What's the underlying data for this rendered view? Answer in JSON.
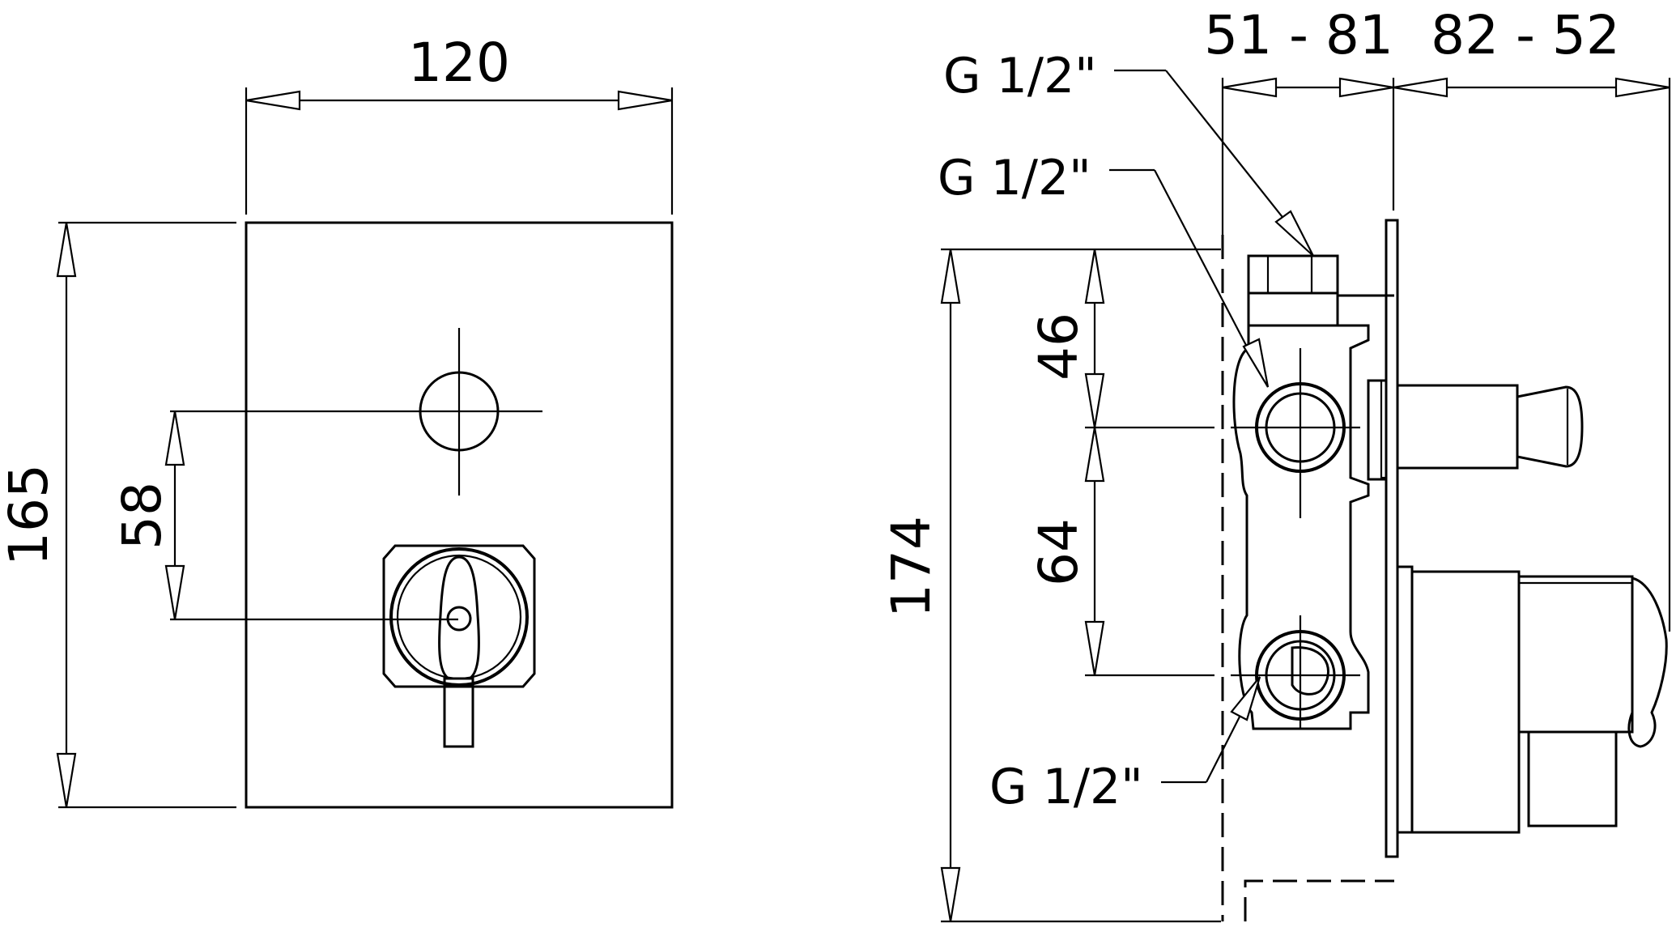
{
  "front_view": {
    "dim_width": "120",
    "dim_height": "165",
    "dim_spacing": "58"
  },
  "side_view": {
    "dim_depth_body": "51 - 81",
    "dim_depth_trim": "82 - 52",
    "dim_height": "174",
    "dim_upper": "46",
    "dim_lower": "64",
    "thread_top": "G 1/2\"",
    "thread_middle": "G 1/2\"",
    "thread_bottom": "G 1/2\""
  }
}
